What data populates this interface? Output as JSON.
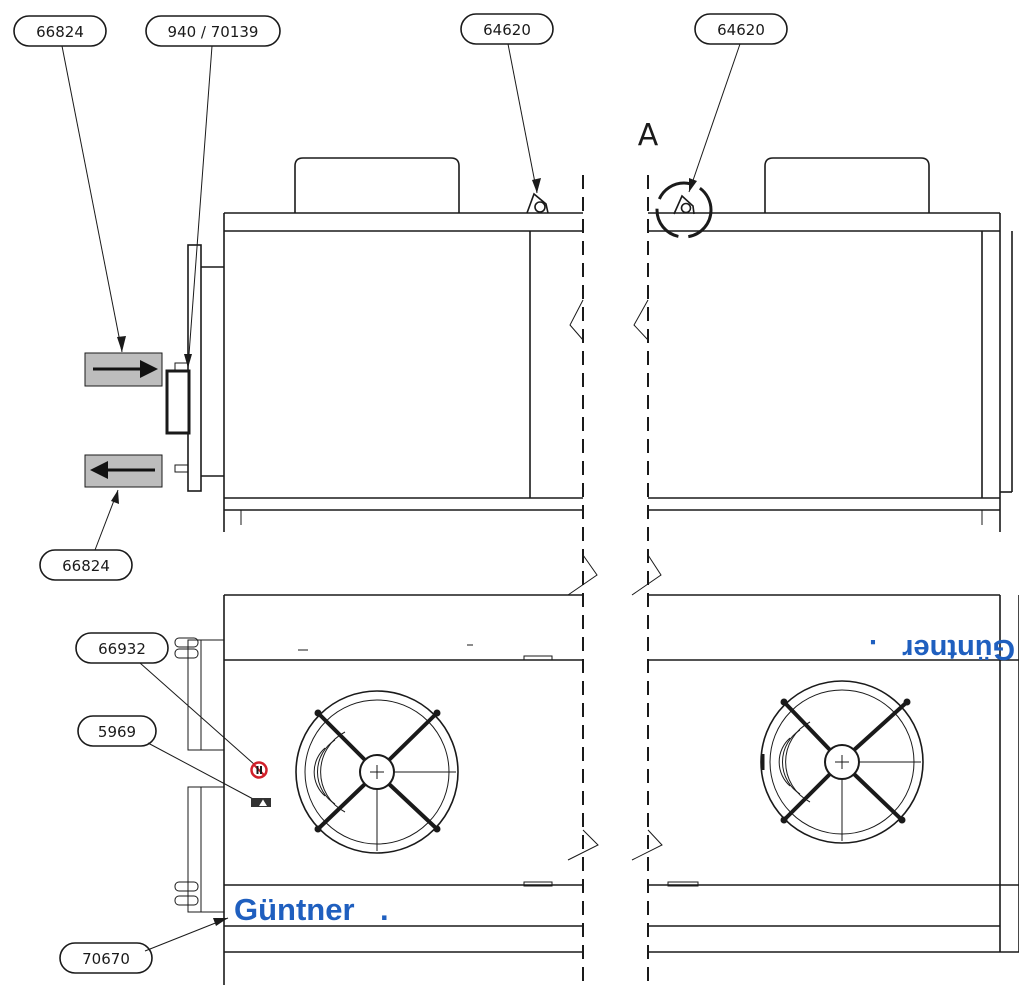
{
  "callouts": {
    "top_left": "66824",
    "top_second": "940 / 70139",
    "top_mid": "64620",
    "top_right": "64620",
    "left_lower": "66824",
    "safety_symbol": "66932",
    "warning_label": "5969",
    "logo_ref": "70670"
  },
  "view": {
    "section_letter": "A"
  },
  "brand": {
    "name_main": "Güntner",
    "dot": ".",
    "color": "#1f5fbf"
  },
  "colors": {
    "line": "#1a1a1a",
    "arrow_plate": "#bdbdbd",
    "safety_red": "#d0202a"
  },
  "icons": {
    "flow_in": "arrow-right-icon",
    "flow_out": "arrow-left-icon",
    "safety": "no-entry-safety-icon",
    "warning": "warning-label-icon",
    "lifting": "lifting-eye-icon"
  }
}
